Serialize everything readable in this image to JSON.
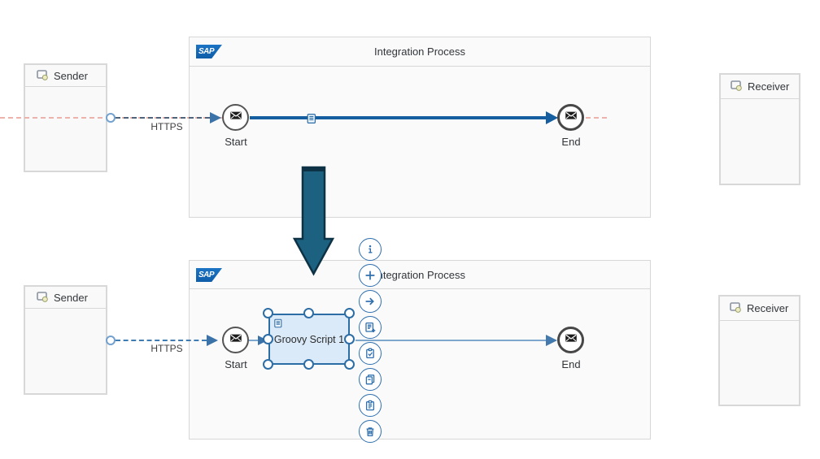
{
  "top_flow": {
    "brand": "SAP",
    "title": "Integration Process",
    "sender_label": "Sender",
    "receiver_label": "Receiver",
    "adapter_label": "HTTPS",
    "start_label": "Start",
    "end_label": "End"
  },
  "bottom_flow": {
    "brand": "SAP",
    "title": "Integration Process",
    "sender_label": "Sender",
    "receiver_label": "Receiver",
    "adapter_label": "HTTPS",
    "start_label": "Start",
    "end_label": "End",
    "selected_step_label": "Groovy Script 1"
  },
  "context_menu": {
    "items": [
      {
        "icon": "info-icon"
      },
      {
        "icon": "plus-icon"
      },
      {
        "icon": "arrow-right-icon"
      },
      {
        "icon": "script-add-icon"
      },
      {
        "icon": "clipboard-check-icon"
      },
      {
        "icon": "copy-icon"
      },
      {
        "icon": "paste-icon"
      },
      {
        "icon": "trash-icon"
      }
    ]
  },
  "colors": {
    "accent_blue": "#2e6fae",
    "flow_line_blue": "#155fa0",
    "dashed_connection": "#4f637a",
    "dashed_connection_bottom": "#3f7cb4",
    "trace_dashed_red": "#ecb2ac",
    "selection_fill": "#daeaf8",
    "selection_border": "#2d6da6",
    "tutorial_arrow": "#1c6180",
    "sap_logo_blue": "#1268b3"
  }
}
